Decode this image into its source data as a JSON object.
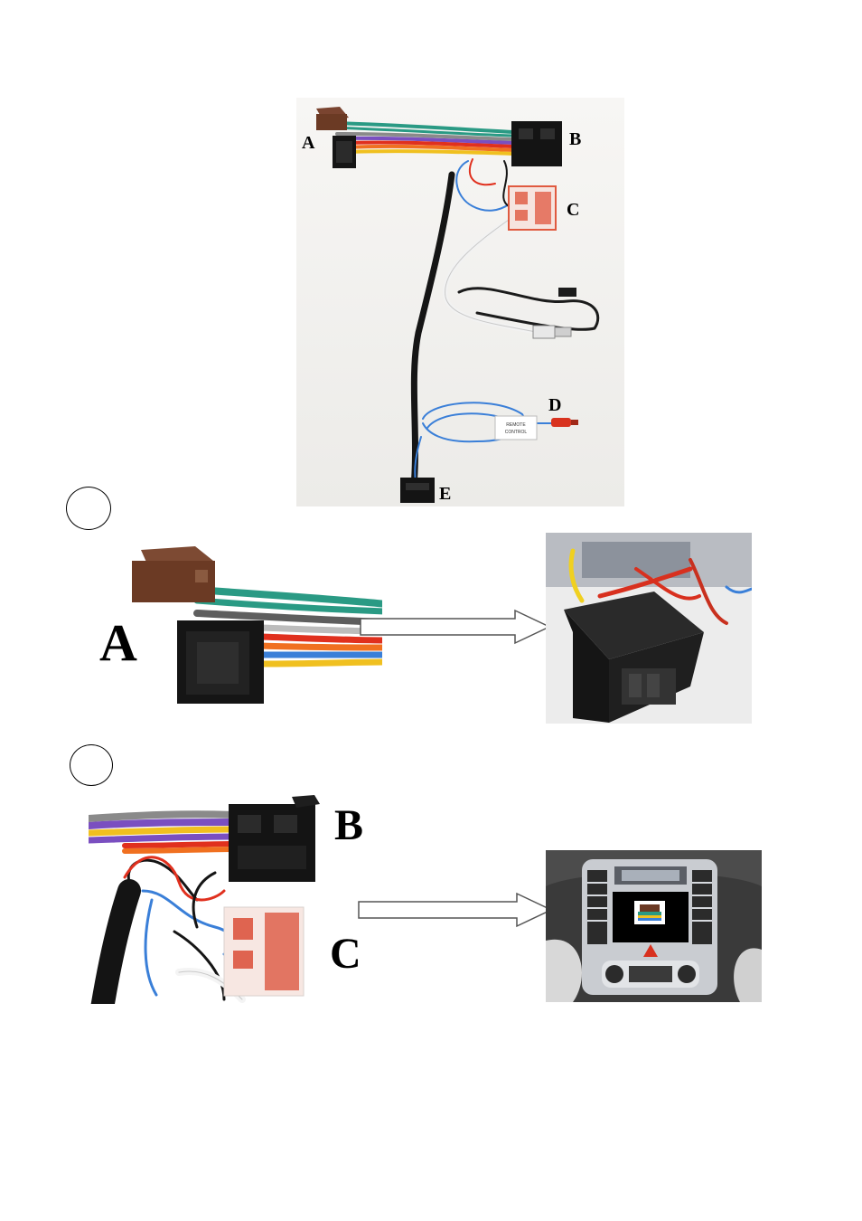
{
  "main_photo": {
    "labels": {
      "a": "A",
      "b": "B",
      "c": "C",
      "d": "D",
      "e": "E"
    },
    "tag_text": "REMOTE CONTROL"
  },
  "step1": {
    "label": "A"
  },
  "step2": {
    "label_b": "B",
    "label_c": "C"
  },
  "colors": {
    "page_bg": "#ffffff",
    "photo_bg": "#f4f2f0",
    "connector_brown": "#6b3a24",
    "connector_black": "#141414",
    "connector_red": "#e0573f",
    "wire_green": "#2a9a84",
    "wire_grey": "#8a8a8a",
    "wire_purple": "#7a4fc0",
    "wire_red": "#e0301e",
    "wire_orange": "#f07020",
    "wire_yellow": "#f0c020",
    "wire_blue": "#3a7fd8",
    "wire_white": "#f2f2f2"
  }
}
